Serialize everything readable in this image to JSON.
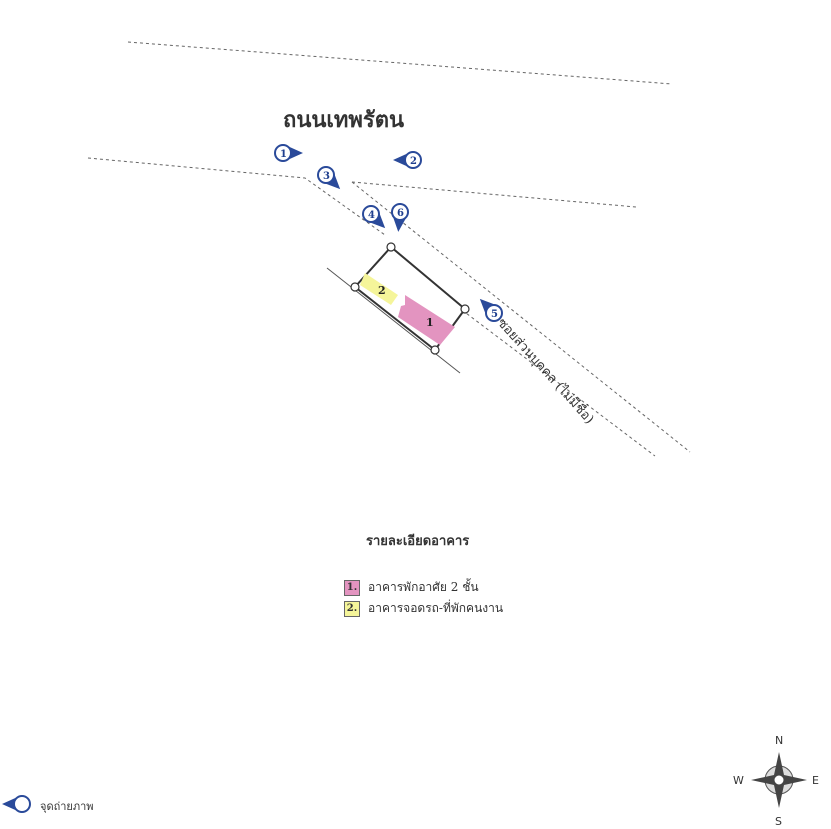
{
  "map": {
    "main_road": "ถนนเทพรัตน",
    "side_road": "ซอยส่วนบุคคล (ไม่มีชื่อ)",
    "photo_points": [
      "1",
      "2",
      "3",
      "4",
      "5",
      "6"
    ],
    "buildings": [
      {
        "number": "1",
        "color": "#e394c0"
      },
      {
        "number": "2",
        "color": "#f5f59a"
      }
    ],
    "marker_color": "#2a4a9a"
  },
  "legend": {
    "title": "รายละเอียดอาคาร",
    "items": [
      {
        "number": "1.",
        "label": "อาคารพักอาศัย 2 ชั้น",
        "color": "#e394c0"
      },
      {
        "number": "2.",
        "label": "อาคารจอดรถ-ที่พักคนงาน",
        "color": "#f5f59a"
      }
    ],
    "photo_point_label": "จุดถ่ายภาพ"
  },
  "compass": {
    "n": "N",
    "e": "E",
    "s": "S",
    "w": "W"
  }
}
